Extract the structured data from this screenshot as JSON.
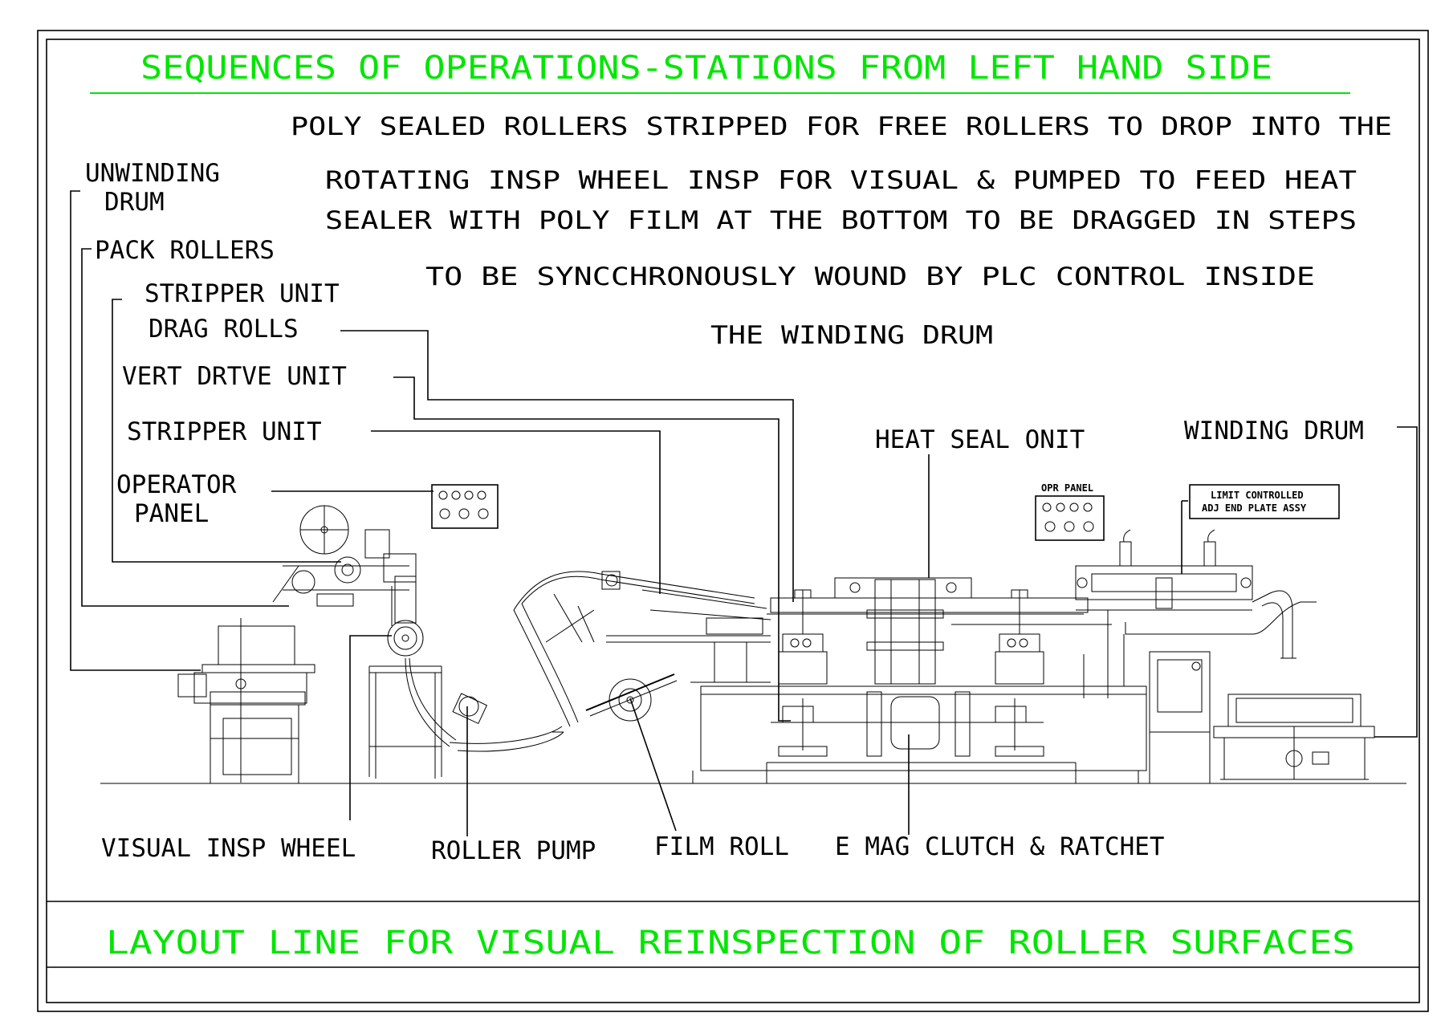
{
  "drawing": {
    "title": "SEQUENCES OF OPERATIONS-STATIONS FROM LEFT HAND SIDE",
    "footer": "LAYOUT  LINE FOR VISUAL REINSPECTION OF ROLLER SURFACES",
    "description": [
      "POLY SEALED ROLLERS STRIPPED FOR FREE ROLLERS TO DROP INTO THE",
      "ROTATING  INSP WHEEL INSP FOR VISUAL & PUMPED TO FEED HEAT",
      "SEALER WITH POLY FILM AT THE BOTTOM TO BE DRAGGED IN STEPS",
      "TO BE SYNCCHRONOUSLY  WOUND  BY PLC CONTROL INSIDE",
      "THE WINDING DRUM"
    ],
    "labels": {
      "unwinding_drum": [
        "UNWINDING",
        "DRUM"
      ],
      "pack_rollers": "PACK ROLLERS",
      "stripper_unit_top": "STRIPPER UNIT",
      "drag_rolls": "DRAG ROLLS",
      "vert_drive_unit": "VERT DRTVE UNIT",
      "stripper_unit": "STRIPPER UNIT",
      "operator_panel": [
        "OPERATOR",
        "PANEL"
      ],
      "heat_seal_unit": "HEAT SEAL ONIT",
      "winding_drum": "WINDING DRUM",
      "opr_panel": "OPR PANEL",
      "limit_controlled": [
        "LIMIT CONTROLLED",
        "ADJ END PLATE ASSY"
      ],
      "visual_insp_wheel": "VISUAL INSP WHEEL",
      "roller_pump": "ROLLER PUMP",
      "film_roll": "FILM ROLL",
      "clutch": "E MAG CLUTCH & RATCHET"
    }
  }
}
